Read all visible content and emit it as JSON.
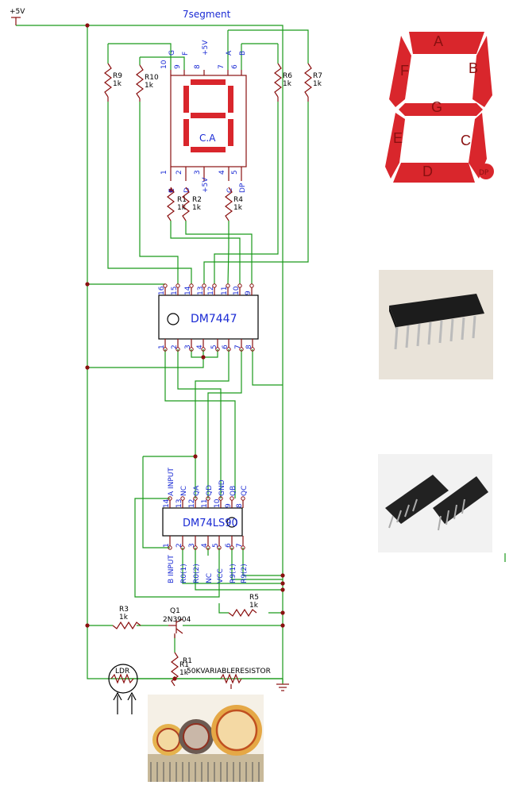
{
  "labels": {
    "supply": "+5V",
    "display_title": "7segment",
    "display_type": "C.A",
    "decoder": "DM7447",
    "counter": "DM74LS90",
    "transistor_ref": "Q1",
    "transistor_part": "2N3904",
    "ldr": "LDR",
    "pot": "50KVARIABLERESISTOR",
    "pot_ref": "R1"
  },
  "resistors": [
    {
      "ref": "R9",
      "val": "1k"
    },
    {
      "ref": "R10",
      "val": "1k"
    },
    {
      "ref": "R6",
      "val": "1k"
    },
    {
      "ref": "R7",
      "val": "1k"
    },
    {
      "ref": "R1",
      "val": "1k"
    },
    {
      "ref": "R2",
      "val": "1k"
    },
    {
      "ref": "R4",
      "val": "1k"
    },
    {
      "ref": "R3",
      "val": "1k"
    },
    {
      "ref": "R5",
      "val": "1k"
    },
    {
      "ref": "R1",
      "val": "1k"
    }
  ],
  "display_pins_top": [
    {
      "num": "10",
      "name": "G"
    },
    {
      "num": "9",
      "name": "F"
    },
    {
      "num": "8",
      "name": "+5V"
    },
    {
      "num": "7",
      "name": "A"
    },
    {
      "num": "6",
      "name": "B"
    }
  ],
  "display_pins_bottom": [
    {
      "num": "1",
      "name": "E"
    },
    {
      "num": "2",
      "name": "D"
    },
    {
      "num": "3",
      "name": "+5V"
    },
    {
      "num": "4",
      "name": "C"
    },
    {
      "num": "5",
      "name": "DP"
    }
  ],
  "dm7447_top": [
    "16",
    "15",
    "14",
    "13",
    "12",
    "11",
    "10",
    "9"
  ],
  "dm7447_bottom": [
    "1",
    "2",
    "3",
    "4",
    "5",
    "6",
    "7",
    "8"
  ],
  "dm74ls90_top": [
    {
      "num": "14",
      "name": "A INPUT"
    },
    {
      "num": "13",
      "name": "NC"
    },
    {
      "num": "12",
      "name": "QA"
    },
    {
      "num": "11",
      "name": "QD"
    },
    {
      "num": "10",
      "name": "GND"
    },
    {
      "num": "9",
      "name": "QB"
    },
    {
      "num": "8",
      "name": "QC"
    }
  ],
  "dm74ls90_bottom": [
    {
      "num": "1",
      "name": "B INPUT"
    },
    {
      "num": "2",
      "name": "R0(1)"
    },
    {
      "num": "3",
      "name": "R0(2)"
    },
    {
      "num": "4",
      "name": "NC"
    },
    {
      "num": "5",
      "name": "VCC"
    },
    {
      "num": "6",
      "name": "R9(1)"
    },
    {
      "num": "7",
      "name": "R9(2)"
    }
  ],
  "segments": {
    "a": "A",
    "b": "B",
    "c": "C",
    "d": "D",
    "e": "E",
    "f": "F",
    "g": "G",
    "dp": "DP"
  }
}
